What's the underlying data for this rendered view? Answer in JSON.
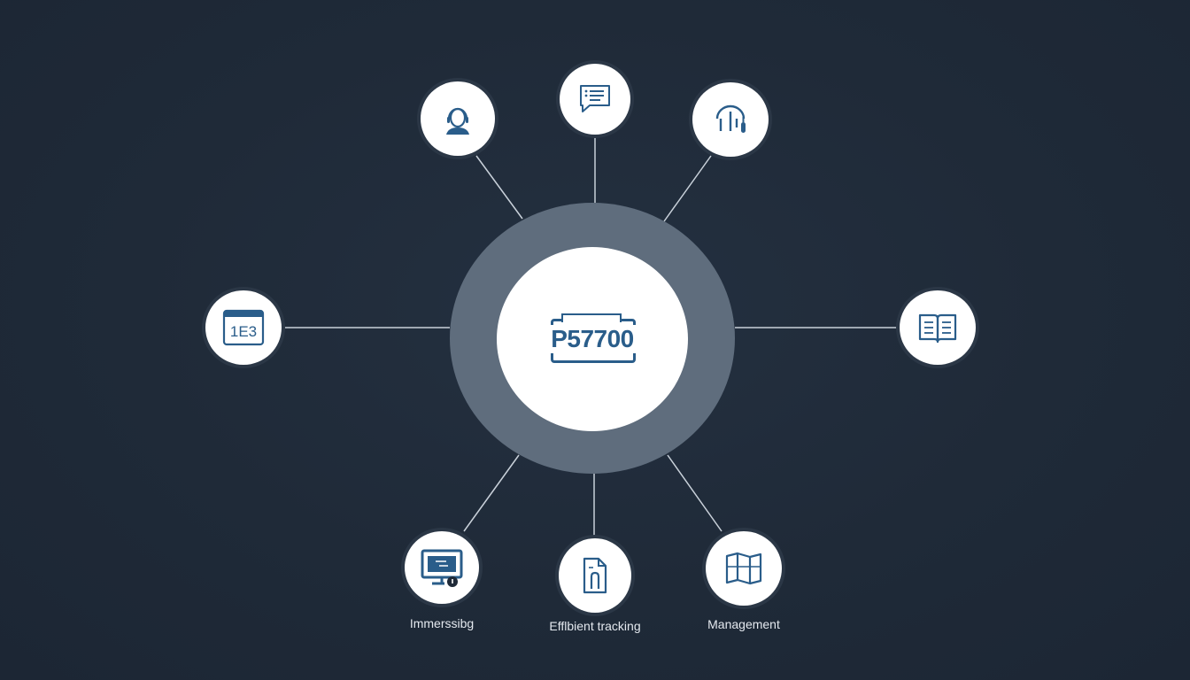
{
  "diagram": {
    "center": {
      "code": "P57700"
    },
    "nodes": [
      {
        "id": "support",
        "icon": "headset-person-icon"
      },
      {
        "id": "chat",
        "icon": "chat-list-icon"
      },
      {
        "id": "learning",
        "icon": "graduation-cap-icon"
      },
      {
        "id": "calendar",
        "icon": "calendar-icon",
        "text": "1E3"
      },
      {
        "id": "docs",
        "icon": "open-book-icon"
      },
      {
        "id": "display",
        "icon": "monitor-icon",
        "label": "Immerssibg"
      },
      {
        "id": "tracking",
        "icon": "document-file-icon",
        "label": "Efflbient tracking"
      },
      {
        "id": "management",
        "icon": "map-icon",
        "label": "Management"
      }
    ],
    "colors": {
      "background": "#1f2a38",
      "ring": "#5f6d7d",
      "accent": "#2a5d8a",
      "node": "#ffffff",
      "connector": "#c9d1da"
    }
  }
}
